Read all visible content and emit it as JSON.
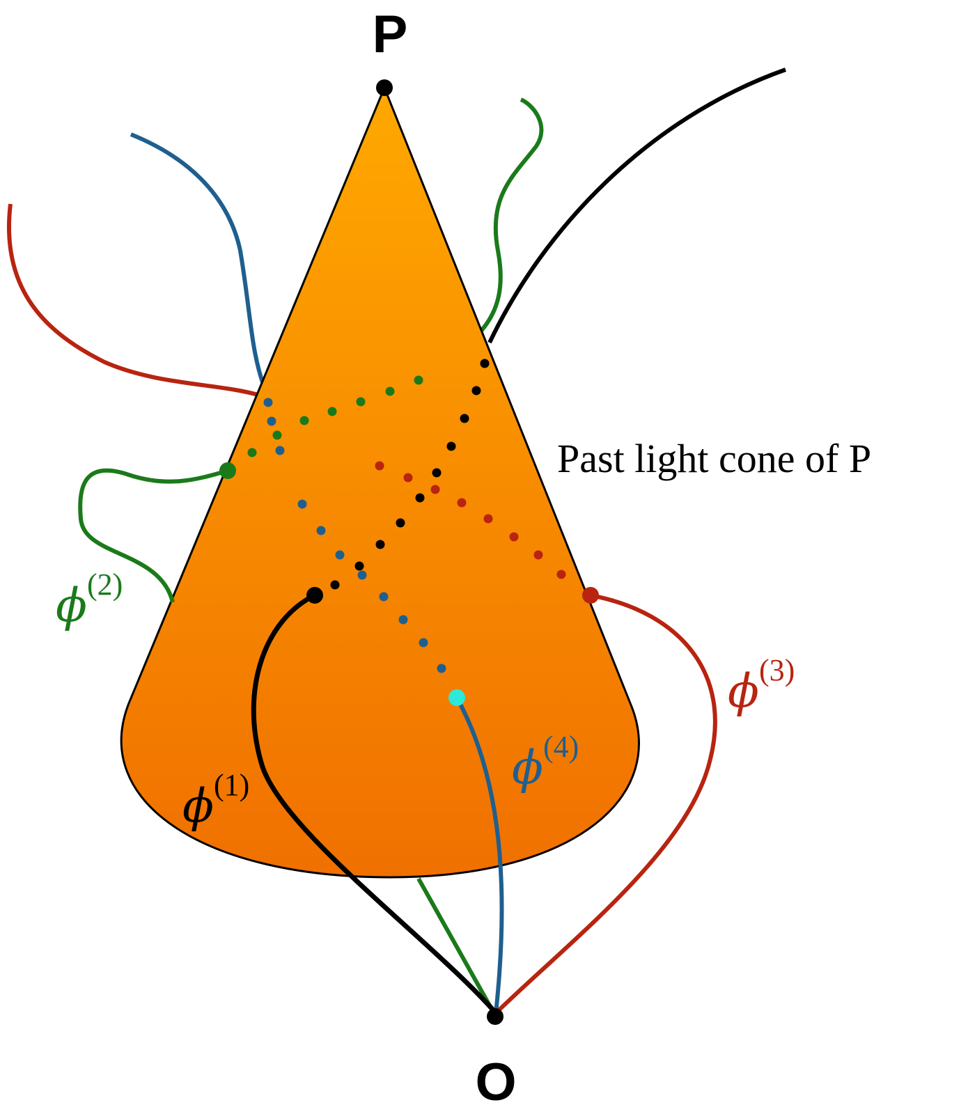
{
  "points": {
    "top": "P",
    "bottom": "O"
  },
  "cone_label": "Past light cone of P",
  "fields": [
    {
      "symbol": "ϕ",
      "index": "(1)",
      "color": "#000000"
    },
    {
      "symbol": "ϕ",
      "index": "(2)",
      "color": "#1a7a1a"
    },
    {
      "symbol": "ϕ",
      "index": "(3)",
      "color": "#b82410"
    },
    {
      "symbol": "ϕ",
      "index": "(4)",
      "color": "#1f5f8f"
    }
  ],
  "colors": {
    "cone_top": "#ffa800",
    "cone_bottom": "#f07000",
    "entry_point_phi4": "#2ee8d8"
  }
}
